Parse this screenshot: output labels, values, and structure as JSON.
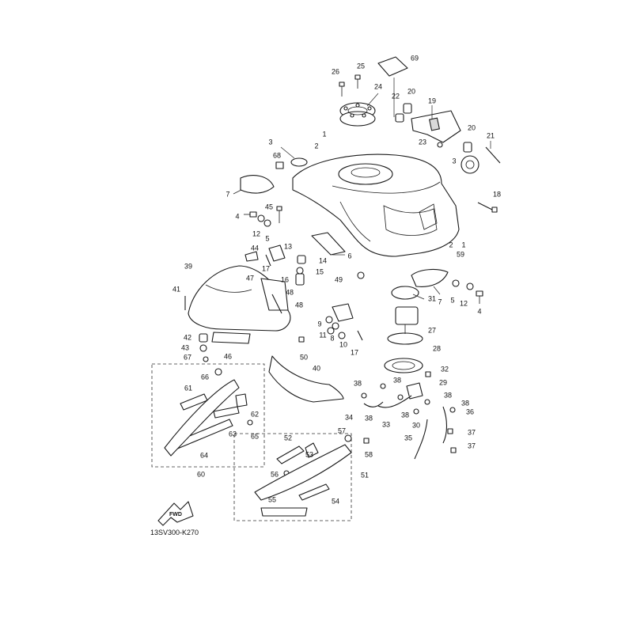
{
  "diagram": {
    "drawing_code": "13SV300-K270",
    "fwd_label": "FWD",
    "callouts": [
      "1",
      "2",
      "3",
      "4",
      "5",
      "6",
      "7",
      "8",
      "9",
      "10",
      "11",
      "12",
      "13",
      "14",
      "15",
      "16",
      "17",
      "18",
      "19",
      "20",
      "21",
      "22",
      "23",
      "24",
      "25",
      "26",
      "27",
      "28",
      "29",
      "30",
      "31",
      "32",
      "33",
      "34",
      "35",
      "36",
      "37",
      "38",
      "39",
      "40",
      "41",
      "42",
      "43",
      "44",
      "45",
      "46",
      "47",
      "48",
      "49",
      "50",
      "51",
      "52",
      "53",
      "54",
      "55",
      "56",
      "57",
      "58",
      "59",
      "60",
      "61",
      "62",
      "63",
      "64",
      "65",
      "66",
      "67",
      "68",
      "69"
    ]
  }
}
